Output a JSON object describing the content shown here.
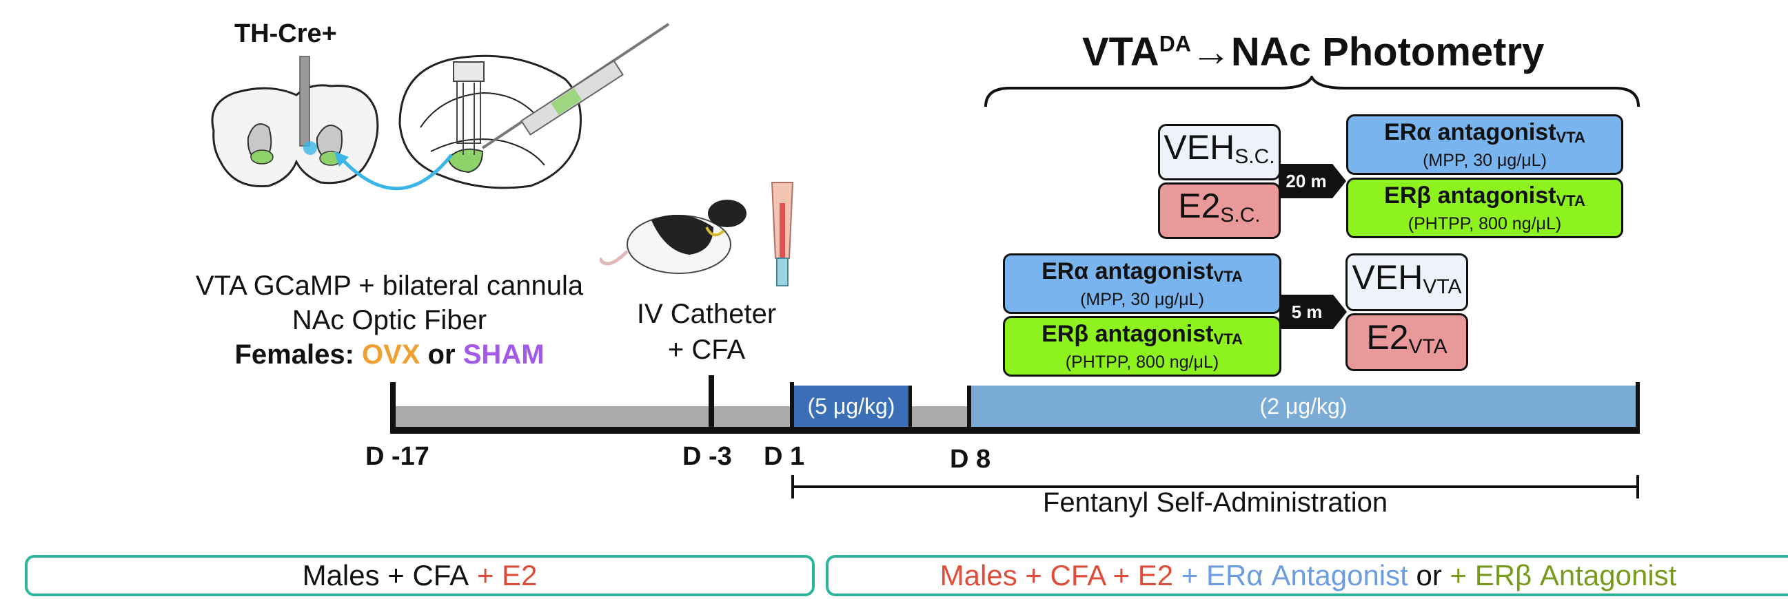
{
  "left": {
    "mouse_strain": "TH-Cre+",
    "surgery_line1": "VTA GCaMP + bilateral cannula",
    "surgery_line2": "NAc Optic Fiber",
    "females_label": "Females:",
    "ovx": "OVX",
    "or": "or",
    "sham": "SHAM",
    "catheter_line1": "IV Catheter",
    "catheter_line2": "+ CFA"
  },
  "photometry": {
    "title_main": "VTA",
    "title_sup": "DA",
    "title_rest": "→NAc Photometry"
  },
  "upper_protocol": {
    "veh": {
      "main": "VEH",
      "sub": "S.C."
    },
    "e2": {
      "main": "E2",
      "sub": "S.C."
    },
    "delay": "20 m",
    "era": {
      "main": "ERα antagonist",
      "sub_script": "VTA",
      "detail": "(MPP, 30 μg/μL)"
    },
    "erb": {
      "main": "ERβ antagonist",
      "sub_script": "VTA",
      "detail": "(PHTPP, 800 ng/μL)"
    }
  },
  "lower_protocol": {
    "era": {
      "main": "ERα antagonist",
      "sub_script": "VTA",
      "detail": "(MPP, 30 μg/μL)"
    },
    "erb": {
      "main": "ERβ antagonist",
      "sub_script": "VTA",
      "detail": "(PHTPP, 800 ng/μL)"
    },
    "delay": "5 m",
    "veh": {
      "main": "VEH",
      "sub": "VTA"
    },
    "e2": {
      "main": "E2",
      "sub": "VTA"
    }
  },
  "timeline": {
    "dose1": "(5 μg/kg)",
    "dose2": "(2 μg/kg)",
    "days": [
      "D -17",
      "D -3",
      "D 1",
      "D 8"
    ],
    "phase_label": "Fentanyl Self-Administration"
  },
  "bottom": {
    "left": {
      "base": "Males + CFA",
      "e2": " + E2"
    },
    "right": {
      "p1": "Males + CFA + E2",
      "p2": " + ERα Antagonist",
      "p3": " or ",
      "p4": "+ ERβ Antagonist"
    }
  },
  "colors": {
    "ovx": "#f0a030",
    "sham": "#a259e8",
    "e2_red": "#e04c3a",
    "era_blue": "#6b9de0",
    "erb_green": "#7a9a1e",
    "fentanyl_bar": "#7aaad6",
    "fentanyl_dark": "#3a6fb8",
    "teal": "#2cb59a"
  }
}
